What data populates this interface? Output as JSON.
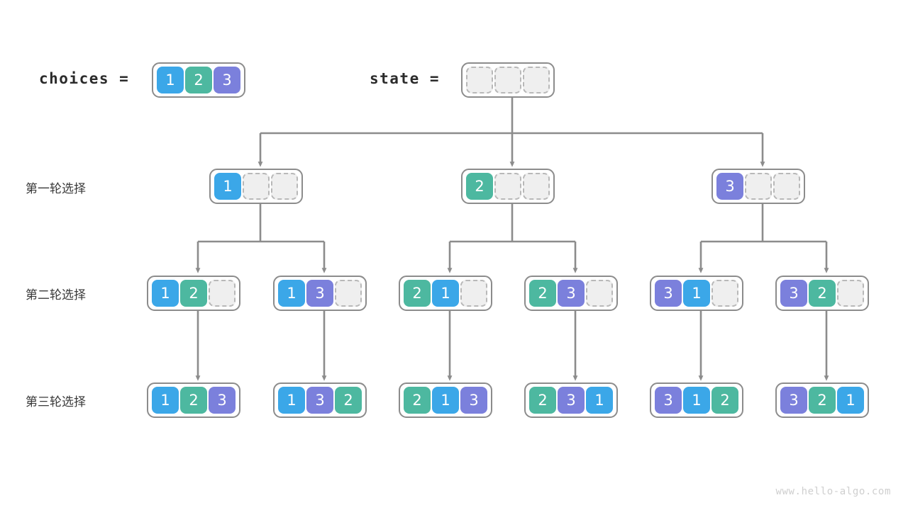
{
  "palette": {
    "blue": "#3ba7e8",
    "teal": "#4db8a0",
    "purple": "#7b80dc",
    "empty_fill": "#efefef",
    "empty_border": "#b8b8b8",
    "box_border": "#8c8c8c",
    "edge": "#8c8c8c",
    "text": "#3a3a3a",
    "watermark": "#cfcfcf"
  },
  "header": {
    "choices_label": "choices =",
    "state_label": "state =",
    "choices_values": [
      1,
      2,
      3
    ],
    "state_values": [
      null,
      null,
      null
    ]
  },
  "rows": [
    {
      "label": "第一轮选择"
    },
    {
      "label": "第二轮选择"
    },
    {
      "label": "第三轮选择"
    }
  ],
  "tree": {
    "round1": [
      {
        "values": [
          1,
          null,
          null
        ]
      },
      {
        "values": [
          2,
          null,
          null
        ]
      },
      {
        "values": [
          3,
          null,
          null
        ]
      }
    ],
    "round2": [
      {
        "values": [
          1,
          2,
          null
        ]
      },
      {
        "values": [
          1,
          3,
          null
        ]
      },
      {
        "values": [
          2,
          1,
          null
        ]
      },
      {
        "values": [
          2,
          3,
          null
        ]
      },
      {
        "values": [
          3,
          1,
          null
        ]
      },
      {
        "values": [
          3,
          2,
          null
        ]
      }
    ],
    "round3": [
      {
        "values": [
          1,
          2,
          3
        ]
      },
      {
        "values": [
          1,
          3,
          2
        ]
      },
      {
        "values": [
          2,
          1,
          3
        ]
      },
      {
        "values": [
          2,
          3,
          1
        ]
      },
      {
        "values": [
          3,
          1,
          2
        ]
      },
      {
        "values": [
          3,
          2,
          1
        ]
      }
    ]
  },
  "footer": {
    "watermark": "www.hello-algo.com"
  }
}
